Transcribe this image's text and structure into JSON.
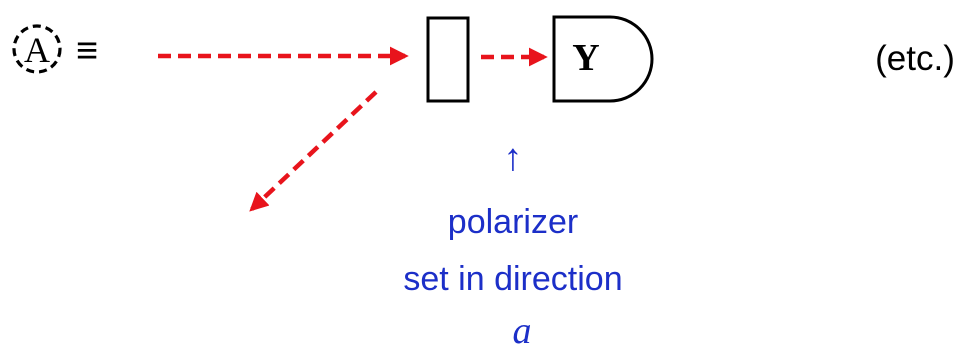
{
  "source_symbol": {
    "label": "A",
    "equivalence_sign": "≡"
  },
  "detector": {
    "label": "Y"
  },
  "etc_note": "(etc.)",
  "polarizer_callout": {
    "arrow": "↑",
    "line1": "polarizer",
    "line2": "set in direction",
    "direction_symbol": "a"
  },
  "colors": {
    "beam": "#e8141c",
    "callout_text": "#1c2fc8",
    "outline": "#000000"
  }
}
